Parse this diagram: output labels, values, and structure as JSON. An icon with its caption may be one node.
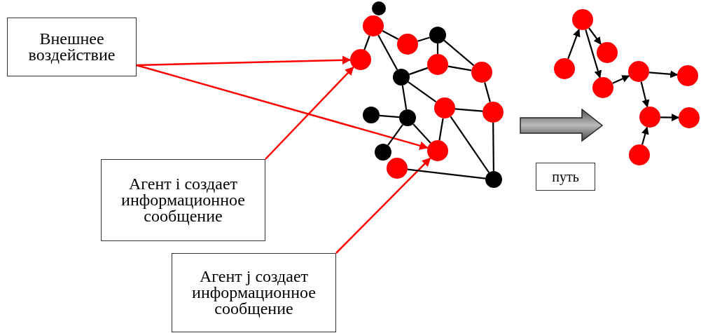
{
  "diagram": {
    "nodes": [
      {
        "text": [
          "Внешнее воздействие"
        ]
      },
      {
        "text": [
          "Агент i создает информационное сообщение"
        ]
      },
      {
        "text": [
          "Агент j создает информационное сообщение"
        ]
      },
      {
        "text": [],
        "shape": "circle"
      },
      {
        "text": [],
        "shape": "circle"
      },
      {
        "text": [],
        "shape": "circle"
      },
      {
        "text": [],
        "shape": "circle"
      },
      {
        "text": [],
        "shape": "circle"
      },
      {
        "text": [],
        "shape": "circle"
      },
      {
        "text": [],
        "shape": "circle"
      },
      {
        "text": [],
        "shape": "circle"
      },
      {
        "text": [],
        "shape": "circle"
      },
      {
        "text": [],
        "shape": "circle"
      },
      {
        "text": [],
        "shape": "circle"
      },
      {
        "text": [],
        "shape": "circle"
      },
      {
        "text": [],
        "shape": "circle"
      },
      {
        "text": [],
        "shape": "circle"
      },
      {
        "text": [],
        "shape": "circle"
      },
      {
        "text": [],
        "shape": "circle"
      },
      {
        "text": [
          "путь"
        ]
      },
      {
        "text": [],
        "shape": "circle"
      },
      {
        "text": [],
        "shape": "circle"
      },
      {
        "text": [],
        "shape": "circle"
      },
      {
        "text": [],
        "shape": "circle"
      },
      {
        "text": [],
        "shape": "circle"
      },
      {
        "text": [],
        "shape": "circle"
      },
      {
        "text": [],
        "shape": "circle"
      },
      {
        "text": [],
        "shape": "circle"
      },
      {
        "text": [],
        "shape": "circle"
      }
    ],
    "edges": [
      {
        "from": 0,
        "to": 7,
        "arrow": "to",
        "color": "#ff0000"
      },
      {
        "from": 0,
        "to": 15,
        "arrow": "to",
        "color": "#ff0000"
      },
      {
        "from": 1,
        "to": 7,
        "arrow": "to",
        "color": "#ff0000"
      },
      {
        "from": 2,
        "to": 15,
        "arrow": "to",
        "color": "#ff0000"
      },
      {
        "from": 4,
        "to": 7,
        "arrow": "none"
      },
      {
        "from": 4,
        "to": 5,
        "arrow": "none"
      },
      {
        "from": 4,
        "to": 10,
        "arrow": "none"
      },
      {
        "from": 5,
        "to": 6,
        "arrow": "none"
      },
      {
        "from": 6,
        "to": 8,
        "arrow": "none"
      },
      {
        "from": 6,
        "to": 9,
        "arrow": "none"
      },
      {
        "from": 8,
        "to": 10,
        "arrow": "none"
      },
      {
        "from": 8,
        "to": 9,
        "arrow": "none"
      },
      {
        "from": 10,
        "to": 14,
        "arrow": "none"
      },
      {
        "from": 10,
        "to": 11,
        "arrow": "none"
      },
      {
        "from": 9,
        "to": 12,
        "arrow": "none"
      },
      {
        "from": 11,
        "to": 12,
        "arrow": "none"
      },
      {
        "from": 11,
        "to": 15,
        "arrow": "none"
      },
      {
        "from": 11,
        "to": 18,
        "arrow": "none"
      },
      {
        "from": 12,
        "to": 18,
        "arrow": "none"
      },
      {
        "from": 13,
        "to": 14,
        "arrow": "none"
      },
      {
        "from": 14,
        "to": 16,
        "arrow": "none"
      },
      {
        "from": 14,
        "to": 15,
        "arrow": "none"
      },
      {
        "from": 17,
        "to": 18,
        "arrow": "none"
      },
      {
        "from": 22,
        "to": 20,
        "arrow": "to"
      },
      {
        "from": 20,
        "to": 21,
        "arrow": "to"
      },
      {
        "from": 20,
        "to": 23,
        "arrow": "to"
      },
      {
        "from": 23,
        "to": 24,
        "arrow": "to"
      },
      {
        "from": 24,
        "to": 25,
        "arrow": "to"
      },
      {
        "from": 24,
        "to": 26,
        "arrow": "to"
      },
      {
        "from": 26,
        "to": 27,
        "arrow": "to"
      },
      {
        "from": 28,
        "to": 26,
        "arrow": "to"
      }
    ]
  }
}
